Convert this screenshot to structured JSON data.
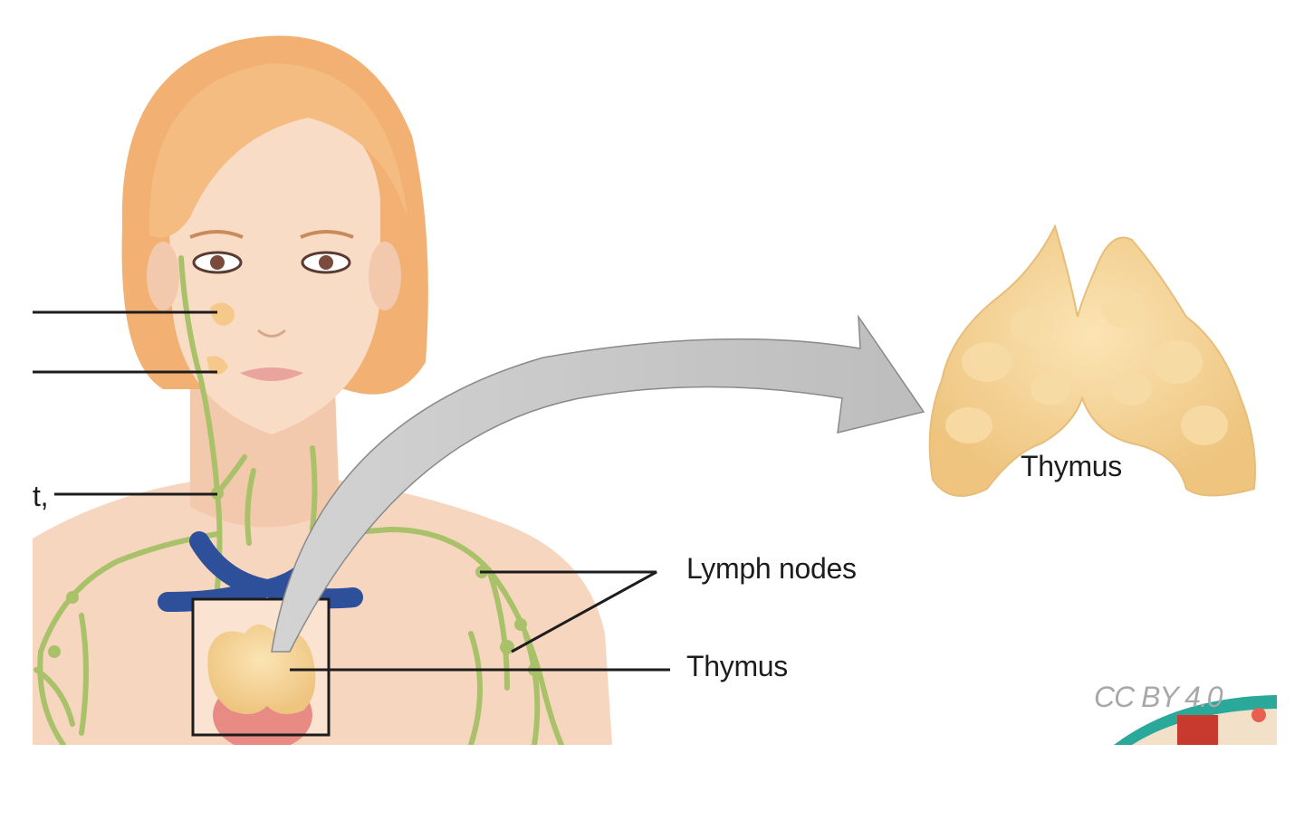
{
  "labels": {
    "lymph_nodes": "Lymph nodes",
    "thymus_body": "Thymus",
    "thymus_zoom": "Thymus",
    "cut_fragment": "t,"
  },
  "license": "CC BY 4.0",
  "colors": {
    "skin": "#f7d6bf",
    "hair": "#f2b173",
    "lymph": "#a9c26a",
    "vein": "#2e4f9a",
    "thymus": "#f3d59a",
    "arrow": "#c9c9c9",
    "leader": "#1d1d1d"
  }
}
